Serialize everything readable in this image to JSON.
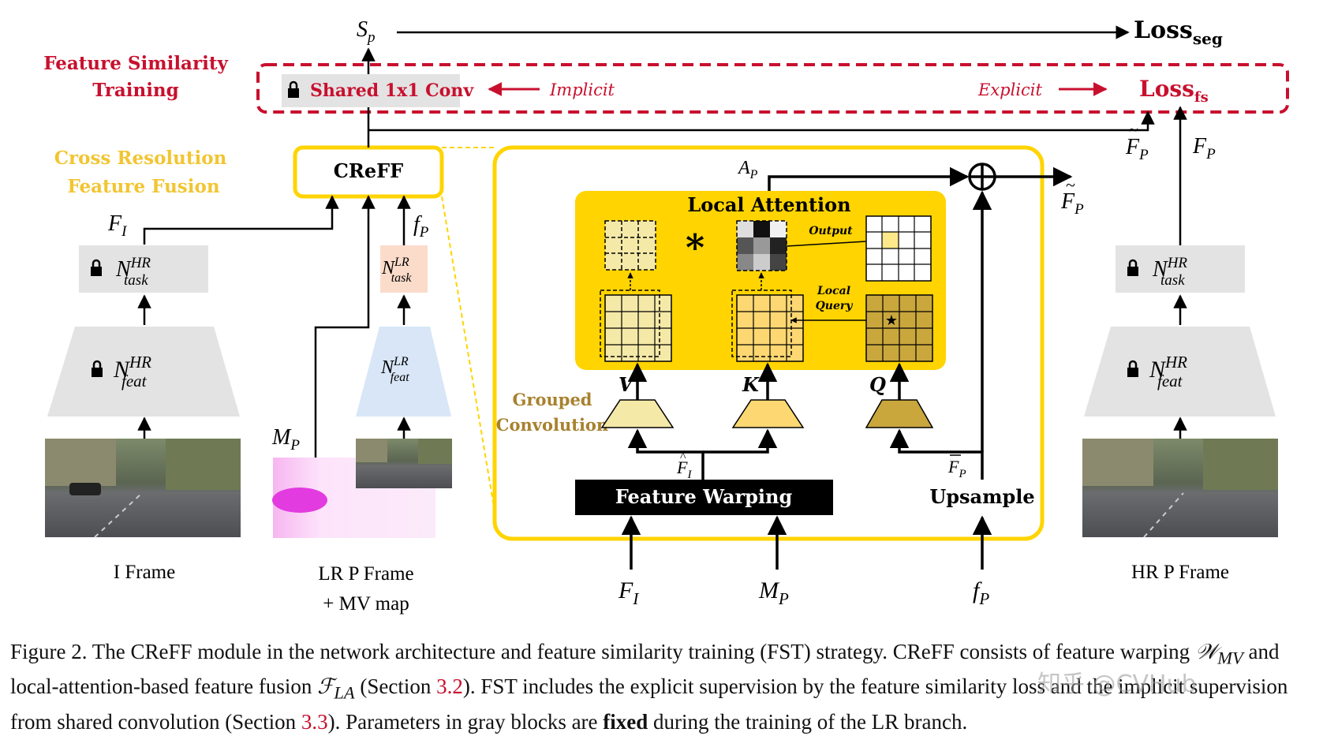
{
  "labels": {
    "fst_title_l1": "Feature Similarity",
    "fst_title_l2": "Training",
    "crf_title_l1": "Cross  Resolution",
    "crf_title_l2": "Feature Fusion",
    "sp": "S",
    "sp_sub": "p",
    "loss_seg": "Loss",
    "loss_seg_sub": "seg",
    "shared_conv": "Shared 1x1 Conv",
    "implicit": "Implicit",
    "explicit": "Explicit",
    "loss_fs": "Loss",
    "loss_fs_sub": "fs",
    "creff": "CReFF",
    "fi": "F",
    "fi_sub": "I",
    "fp_small": "f",
    "fp_sub": "P",
    "mp": "M",
    "mp_sub": "P",
    "n": "N",
    "hr": "HR",
    "lr": "LR",
    "task": "task",
    "feat": "feat",
    "ap": "A",
    "ap_sub": "P",
    "fp_tilde": "F",
    "fp_tilde_sub": "P",
    "fp_big": "F",
    "fp_big_sub": "P",
    "local_attention": "Local Attention",
    "output": "Output",
    "local_query_l1": "Local",
    "local_query_l2": "Query",
    "v": "V",
    "k": "K",
    "q": "Q",
    "grouped_l1": "Grouped",
    "grouped_l2": "Convolution",
    "fi_hat": "F",
    "fi_hat_sub": "I",
    "fp_bar": "F",
    "fp_bar_sub": "P",
    "feature_warping": "Feature Warping",
    "upsample": "Upsample",
    "bottom_fi": "F",
    "bottom_fi_sub": "I",
    "bottom_mp": "M",
    "bottom_mp_sub": "P",
    "bottom_fp": "f",
    "bottom_fp_sub": "P",
    "i_frame": "I Frame",
    "lr_p_frame_l1": "LR P Frame",
    "lr_p_frame_l2": "+ MV map",
    "hr_p_frame": "HR P Frame",
    "star_op": "*",
    "star": "★"
  },
  "caption": {
    "t1": "Figure 2. The CReFF module in the network architecture and feature similarity training (FST) strategy. CReFF consists of feature warping ",
    "w": "𝒲",
    "w_sub": "MV",
    "t2": " and local-attention-based feature fusion ",
    "f": "ℱ",
    "f_sub": "LA",
    "t3": " (Section ",
    "ref1": "3.2",
    "t4": "). FST includes the explicit supervision by the feature similarity loss and the implicit supervision from shared convolution (Section ",
    "ref2": "3.3",
    "t5": "). Parameters in gray blocks are ",
    "fixed": "fixed",
    "t6": " during the training of the LR branch."
  },
  "watermark": "知乎 @CVHub",
  "colors": {
    "red": "#c8102e",
    "yellow": "#ffd400",
    "yellow_text": "#f2c531",
    "gray_block": "#e3e3e3",
    "brown": "#a8812f",
    "blue_block": "#d8e6f7",
    "peach_block": "#fbdccb"
  },
  "icons": [
    "lock-icon",
    "circle-plus-icon",
    "star-icon"
  ]
}
